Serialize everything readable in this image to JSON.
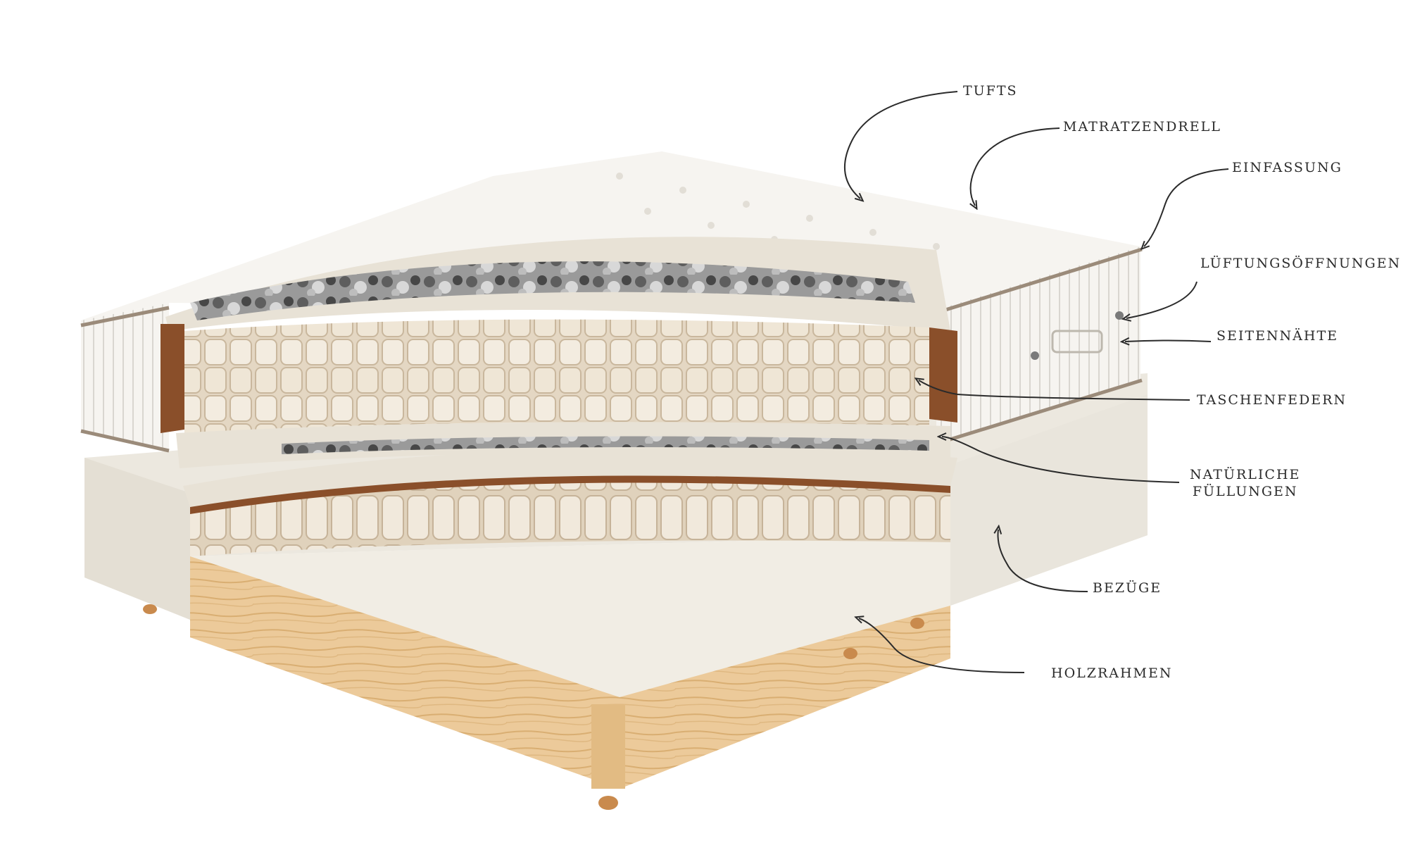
{
  "labels": {
    "tufts": "TUFTS",
    "matratzendrell": "MATRATZENDRELL",
    "einfassung": "EINFASSUNG",
    "lueftung": "LÜFTUNGSÖFFNUNGEN",
    "seitennaehte": "SEITENNÄHTE",
    "taschenfedern": "TASCHENFEDERN",
    "fuellungen_line1": "NATÜRLICHE",
    "fuellungen_line2": "FÜLLUNGEN",
    "bezuege": "BEZÜGE",
    "holzrahmen": "HOLZRAHMEN"
  },
  "colors": {
    "mattress_white": "#f4f2ee",
    "spring_fabric": "#e4d7c3",
    "coir": "#8a4f2a",
    "wool_grey": "#6f6f6f",
    "fleece": "#e8e2d6",
    "base_fabric": "#ece8df",
    "wood": "#e9c796",
    "piping": "#9b8b7a",
    "arrow": "#2b2b2b"
  }
}
